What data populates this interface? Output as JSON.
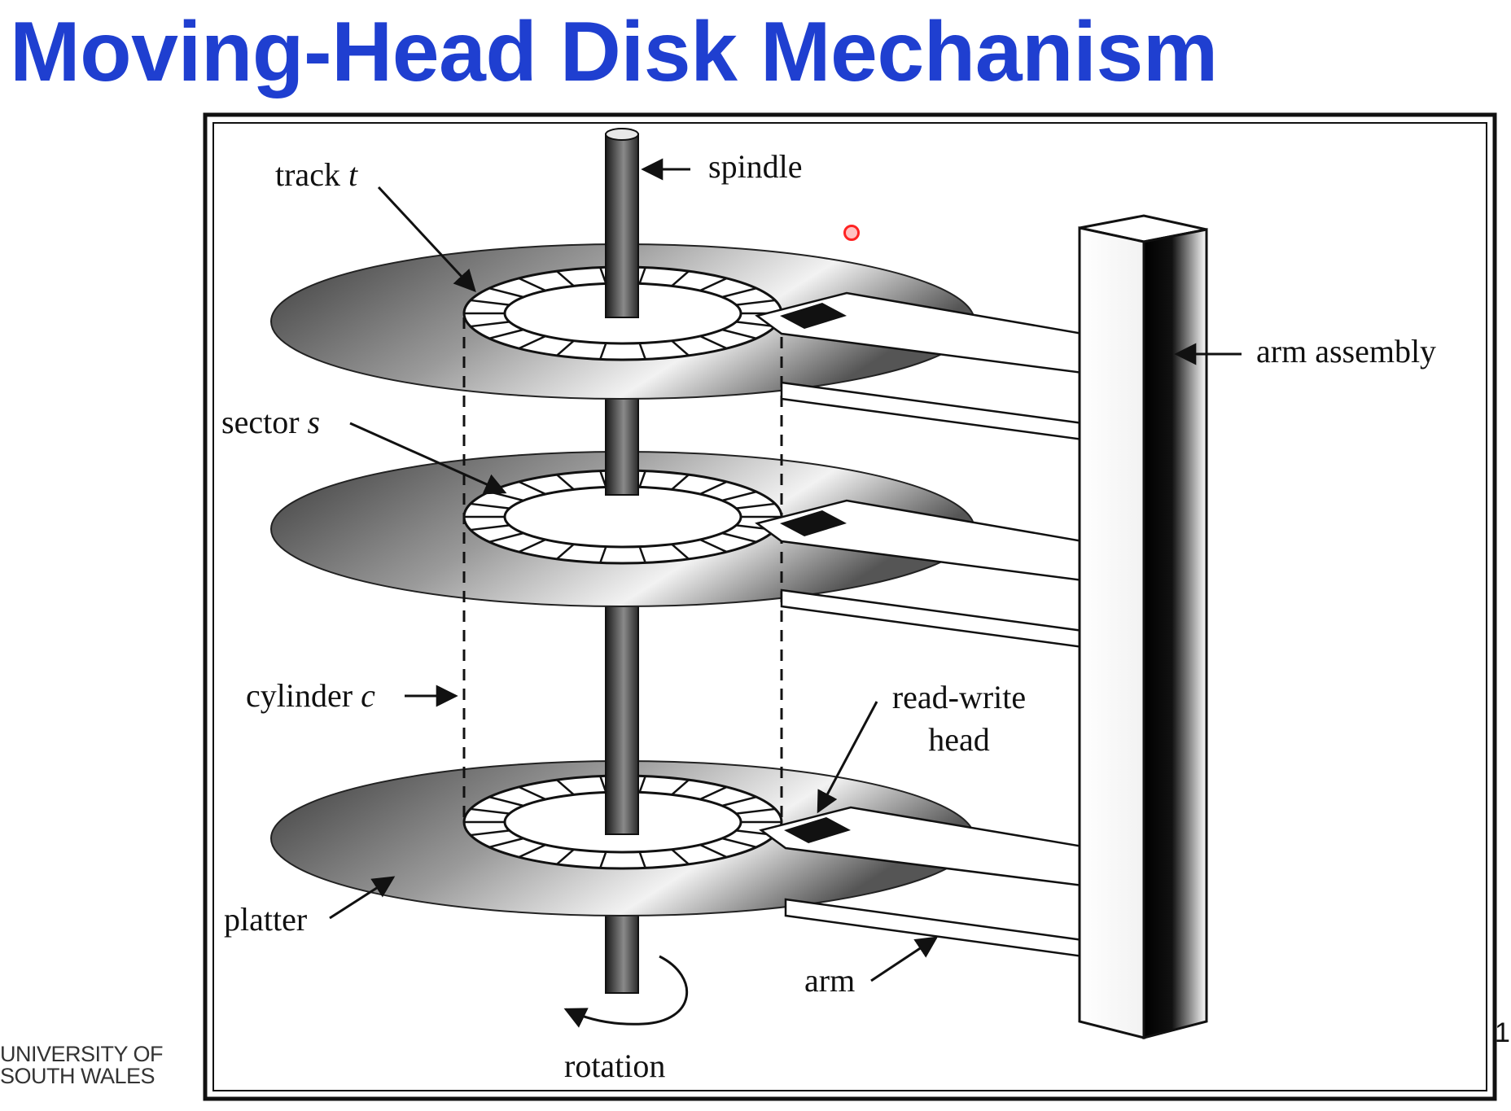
{
  "slide": {
    "title": "Moving-Head Disk Mechanism",
    "title_color": "#1f3fd0",
    "page_number": "1",
    "footer_logo_lines": [
      "UNIVERSITY OF",
      "SOUTH WALES"
    ]
  },
  "diagram": {
    "labels": {
      "track": "track",
      "track_var": "t",
      "spindle": "spindle",
      "sector": "sector",
      "sector_var": "s",
      "arm_assembly": "arm assembly",
      "cylinder": "cylinder",
      "cylinder_var": "c",
      "read_write_line1": "read-write",
      "read_write_line2": "head",
      "platter": "platter",
      "arm": "arm",
      "rotation": "rotation"
    }
  }
}
